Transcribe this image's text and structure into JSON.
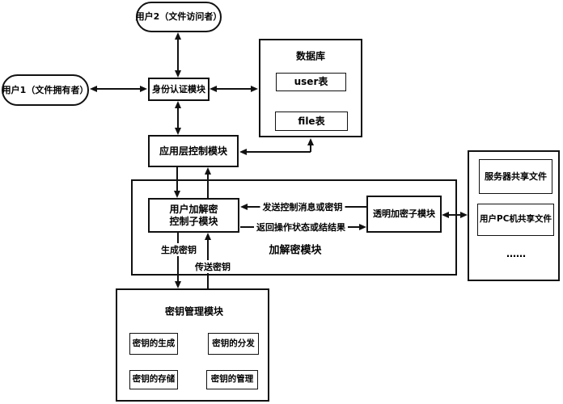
{
  "diagram": {
    "nodes": {
      "user2": "用户2（文件访问者）",
      "user1": "用户1（文件拥有者）",
      "auth_module": "身份认证模块",
      "database": "数据库",
      "user_table": "user表",
      "file_table": "file表",
      "app_control": "应用层控制模块",
      "user_enc_line1": "用户加解密",
      "user_enc_line2": "控制子模块",
      "trans_enc": "透明加密子模块",
      "enc_module": "加解密模块",
      "key_mgmt": "密钥管理模块",
      "key_gen": "密钥的生成",
      "key_dist": "密钥的分发",
      "key_store": "密钥的存储",
      "key_manage": "密钥的管理",
      "server_share": "服务器共享文件",
      "pc_share": "用户PC机共享文件",
      "ellipsis": "……"
    },
    "edges": {
      "send_control": "发送控制消息或密钥",
      "return_status": "返回操作状态或结结果",
      "generate_key": "生成密钥",
      "transfer_key": "传送密钥"
    },
    "colors": {
      "line": "#111111",
      "background": "#ffffff",
      "text": "#000000"
    }
  }
}
